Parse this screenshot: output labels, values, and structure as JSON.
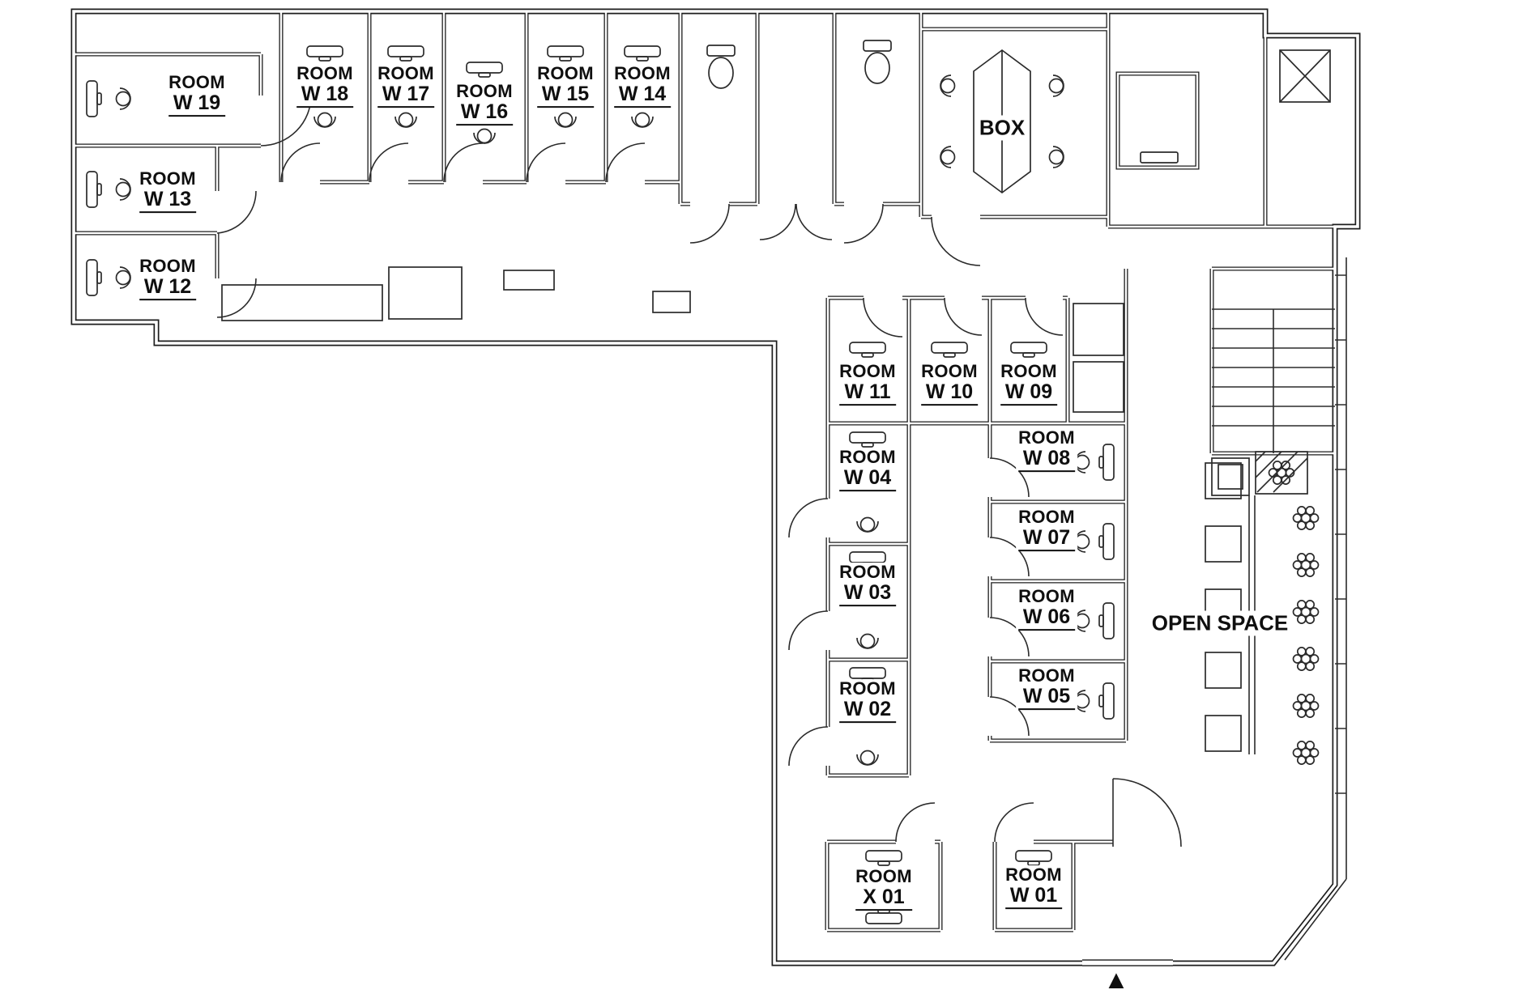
{
  "plan": {
    "rooms": {
      "w19": {
        "line1": "ROOM",
        "line2": "W 19"
      },
      "w18": {
        "line1": "ROOM",
        "line2": "W 18"
      },
      "w17": {
        "line1": "ROOM",
        "line2": "W 17"
      },
      "w16": {
        "line1": "ROOM",
        "line2": "W 16"
      },
      "w15": {
        "line1": "ROOM",
        "line2": "W 15"
      },
      "w14": {
        "line1": "ROOM",
        "line2": "W 14"
      },
      "w13": {
        "line1": "ROOM",
        "line2": "W 13"
      },
      "w12": {
        "line1": "ROOM",
        "line2": "W 12"
      },
      "w11": {
        "line1": "ROOM",
        "line2": "W 11"
      },
      "w10": {
        "line1": "ROOM",
        "line2": "W 10"
      },
      "w09": {
        "line1": "ROOM",
        "line2": "W 09"
      },
      "w08": {
        "line1": "ROOM",
        "line2": "W 08"
      },
      "w07": {
        "line1": "ROOM",
        "line2": "W 07"
      },
      "w06": {
        "line1": "ROOM",
        "line2": "W 06"
      },
      "w05": {
        "line1": "ROOM",
        "line2": "W 05"
      },
      "w04": {
        "line1": "ROOM",
        "line2": "W 04"
      },
      "w03": {
        "line1": "ROOM",
        "line2": "W 03"
      },
      "w02": {
        "line1": "ROOM",
        "line2": "W 02"
      },
      "w01": {
        "line1": "ROOM",
        "line2": "W 01"
      },
      "x01": {
        "line1": "ROOM",
        "line2": "X 01"
      }
    },
    "areas": {
      "box": "BOX",
      "open_space": "OPEN SPACE"
    },
    "entrance_marker": "▲",
    "line_color": "#1d1d1d"
  }
}
